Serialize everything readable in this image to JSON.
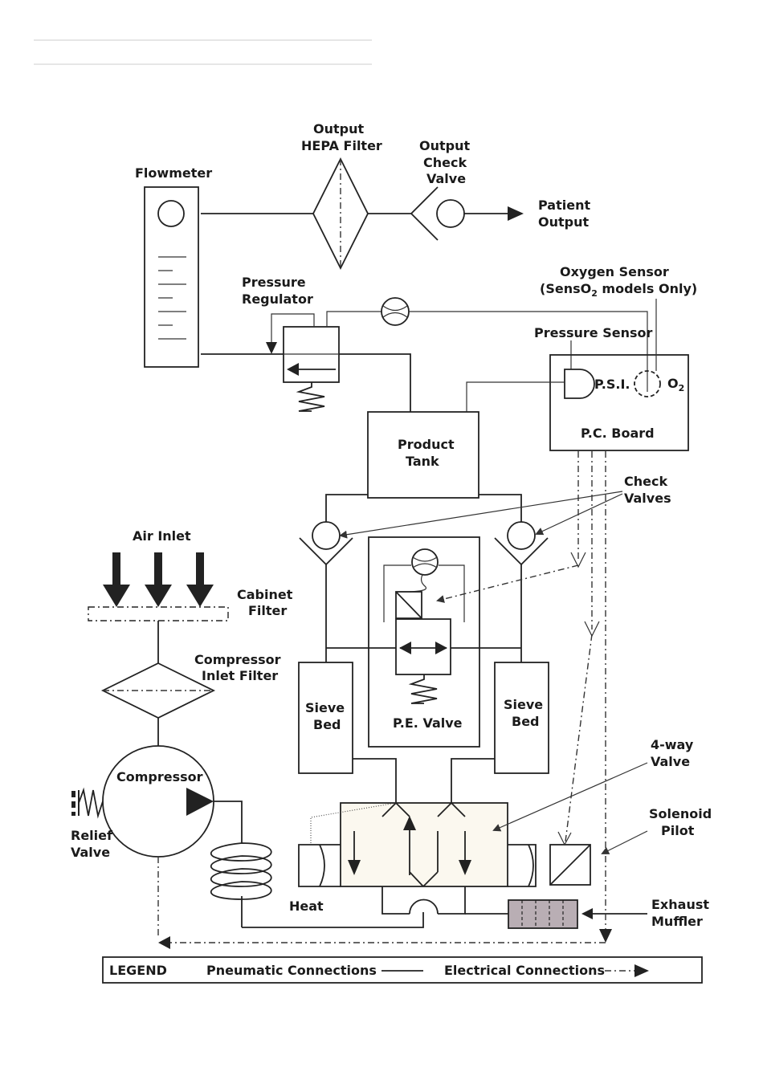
{
  "labels": {
    "flowmeter": "Flowmeter",
    "output_hepa_1": "Output",
    "output_hepa_2": "HEPA Filter",
    "output_check_1": "Output",
    "output_check_2": "Check",
    "output_check_3": "Valve",
    "patient_1": "Patient",
    "patient_2": "Output",
    "oxygen_sensor_1": "Oxygen Sensor",
    "oxygen_sensor_2": "(SensO",
    "oxygen_sensor_2_sub": "2",
    "oxygen_sensor_2_end": " models Only)",
    "pressure_reg_1": "Pressure",
    "pressure_reg_2": "Regulator",
    "pressure_sensor": "Pressure Sensor",
    "psi": "P.S.I.",
    "o2": "O",
    "o2_sub": "2",
    "pc_board": "P.C. Board",
    "product_tank_1": "Product",
    "product_tank_2": "Tank",
    "check_valves_1": "Check",
    "check_valves_2": "Valves",
    "air_inlet": "Air Inlet",
    "cabinet_filter_1": "Cabinet",
    "cabinet_filter_2": "Filter",
    "comp_inlet_1": "Compressor",
    "comp_inlet_2": "Inlet Filter",
    "sieve_left_1": "Sieve",
    "sieve_left_2": "Bed",
    "sieve_right_1": "Sieve",
    "sieve_right_2": "Bed",
    "pe_valve": "P.E. Valve",
    "compressor": "Compressor",
    "relief_1": "Relief",
    "relief_2": "Valve",
    "four_way_1": "4-way",
    "four_way_2": "Valve",
    "solenoid_1": "Solenoid",
    "solenoid_2": "Pilot",
    "heat": "Heat",
    "exhaust_1": "Exhaust",
    "exhaust_2": "Muffler"
  },
  "legend": {
    "title": "LEGEND",
    "pneumatic": "Pneumatic Connections",
    "electrical": "Electrical Connections"
  },
  "colors": {
    "four_way_fill": "#fbf8ef",
    "muffler_fill": "#b9aeb4"
  }
}
